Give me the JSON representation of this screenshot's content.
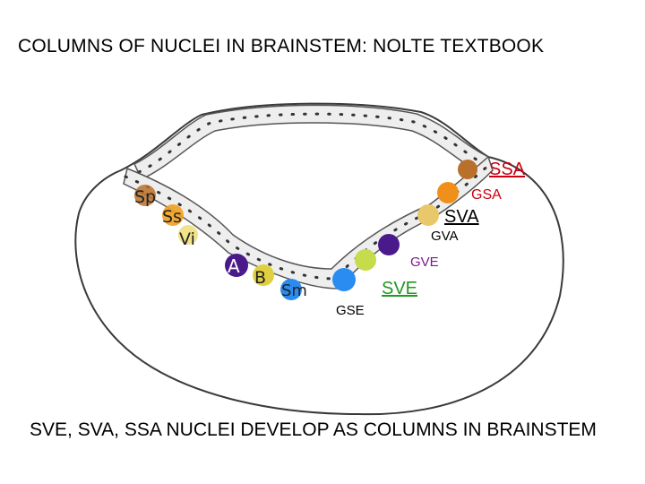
{
  "title": "COLUMNS OF NUCLEI IN BRAINSTEM: NOLTE TEXTBOOK",
  "footer": "SVE, SVA, SSA NUCLEI DEVELOP AS COLUMNS IN BRAINSTEM",
  "nucleus_labels": {
    "ssa": "SSA",
    "gsa": "GSA",
    "sva": "SVA",
    "gva": "GVA",
    "gve": "GVE",
    "sve": "SVE",
    "gse": "GSE"
  },
  "hand_labels": {
    "sp": "Sp",
    "ss": "Ss",
    "vi": "Vi",
    "a": "A",
    "b": "B",
    "sm": "Sm"
  },
  "colors": {
    "ssa": "#c8000f",
    "gsa": "#c8000f",
    "gve": "#7a1a8a",
    "sve": "#1f9a1f",
    "dot_ssa": "#b8702a",
    "dot_gsa": "#f0901a",
    "dot_sva": "#e8c86a",
    "dot_gva": "#4a1a8a",
    "dot_gve": "#c6dc4a",
    "dot_sve": "#2a8cf0",
    "dot_a": "#4a1a8a",
    "dot_b": "#c8b030",
    "dot_sm": "#2a8cf0"
  }
}
